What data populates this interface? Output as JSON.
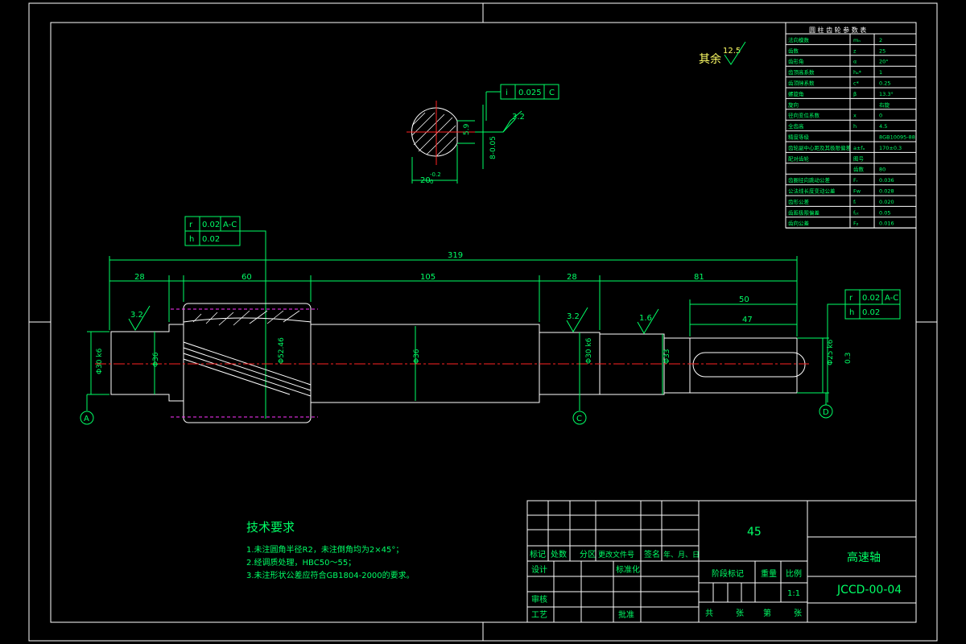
{
  "surface_rest": {
    "label": "其余",
    "value": "12.5"
  },
  "section": {
    "width_dim": "20",
    "width_tol": "-0.2",
    "width_tol2": "0",
    "depth_dim": "5.9",
    "side_dim": "8-0.05",
    "roughness": "3.2",
    "tol_frame": {
      "symbol": "i",
      "value": "0.025",
      "datum": "C"
    }
  },
  "gear_frame": {
    "rows": [
      {
        "symbol": "r",
        "value": "0.02",
        "datum": "A-C"
      },
      {
        "symbol": "h",
        "value": "0.02",
        "datum": ""
      }
    ]
  },
  "right_frame": {
    "rows": [
      {
        "symbol": "r",
        "value": "0.02",
        "datum": "A-C"
      },
      {
        "symbol": "h",
        "value": "0.02",
        "datum": ""
      }
    ]
  },
  "dims": {
    "overall": "319",
    "d28a": "28",
    "d60": "60",
    "d105": "105",
    "d28b": "28",
    "d81": "81",
    "d50": "50",
    "d47": "47",
    "dia_left": "Φ30 k6",
    "dia_36": "Φ36",
    "dia_gear": "Φ52.46",
    "dia_mid": "Φ36",
    "dia_c": "Φ30 k6",
    "dia_33": "Φ33",
    "dia_25": "Φ25 k6",
    "key_r": "0.3",
    "rough_a": "3.2",
    "rough_c": "3.2",
    "rough_16": "1.6"
  },
  "datums": [
    "A",
    "C",
    "D"
  ],
  "gear_table": {
    "title": "圆 柱 齿 轮 参 数 表",
    "rows": [
      [
        "法向模数",
        "mₙ",
        "2"
      ],
      [
        "齿数",
        "z",
        "25"
      ],
      [
        "齿形角",
        "α",
        "20°"
      ],
      [
        "齿顶高系数",
        "hₐ*",
        "1"
      ],
      [
        "齿顶隙系数",
        "c*",
        "0.25"
      ],
      [
        "螺旋角",
        "β",
        "13.3°"
      ],
      [
        "旋向",
        "",
        "右旋"
      ],
      [
        "径向变位系数",
        "x",
        "0"
      ],
      [
        "全齿高",
        "h",
        "4.5"
      ],
      [
        "精度等级",
        "",
        "8GB10095-88"
      ],
      [
        "齿轮副中心距及其极限偏差",
        "a±fₐ",
        "170±0.3"
      ],
      [
        "配对齿轮",
        "图号",
        ""
      ],
      [
        "",
        "齿数",
        "80"
      ],
      [
        "齿圈径向跳动公差",
        "Fᵣ",
        "0.036"
      ],
      [
        "公法线长度变动公差",
        "Fw",
        "0.028"
      ],
      [
        "齿形公差",
        "fᵢ",
        "0.020"
      ],
      [
        "齿距极限偏差",
        "fₚₜ",
        "0.05"
      ],
      [
        "齿向公差",
        "Fᵦ",
        "0.016"
      ]
    ]
  },
  "tech": {
    "title": "技术要求",
    "items": [
      "1.未注圆角半径R2，未注倒角均为2×45°；",
      "2.经调质处理，HBC50～55；",
      "3.未注形状公差应符合GB1804-2000的要求。"
    ]
  },
  "title_block": {
    "material": "45",
    "part_name": "高速轴",
    "drawing_no": "JCCD-00-04",
    "scale": "1:1",
    "labels": {
      "mark": "标记",
      "count": "处数",
      "zone": "分区",
      "change_doc": "更改文件号",
      "sign": "签名",
      "date": "年、月、日",
      "design": "设计",
      "standard": "标准化",
      "stage": "阶段标记",
      "weight": "重量",
      "ratio": "比例",
      "review": "审核",
      "process": "工艺",
      "approve": "批准",
      "total": "共",
      "sheets": "张",
      "sheet_no": "第",
      "page": "张"
    }
  }
}
